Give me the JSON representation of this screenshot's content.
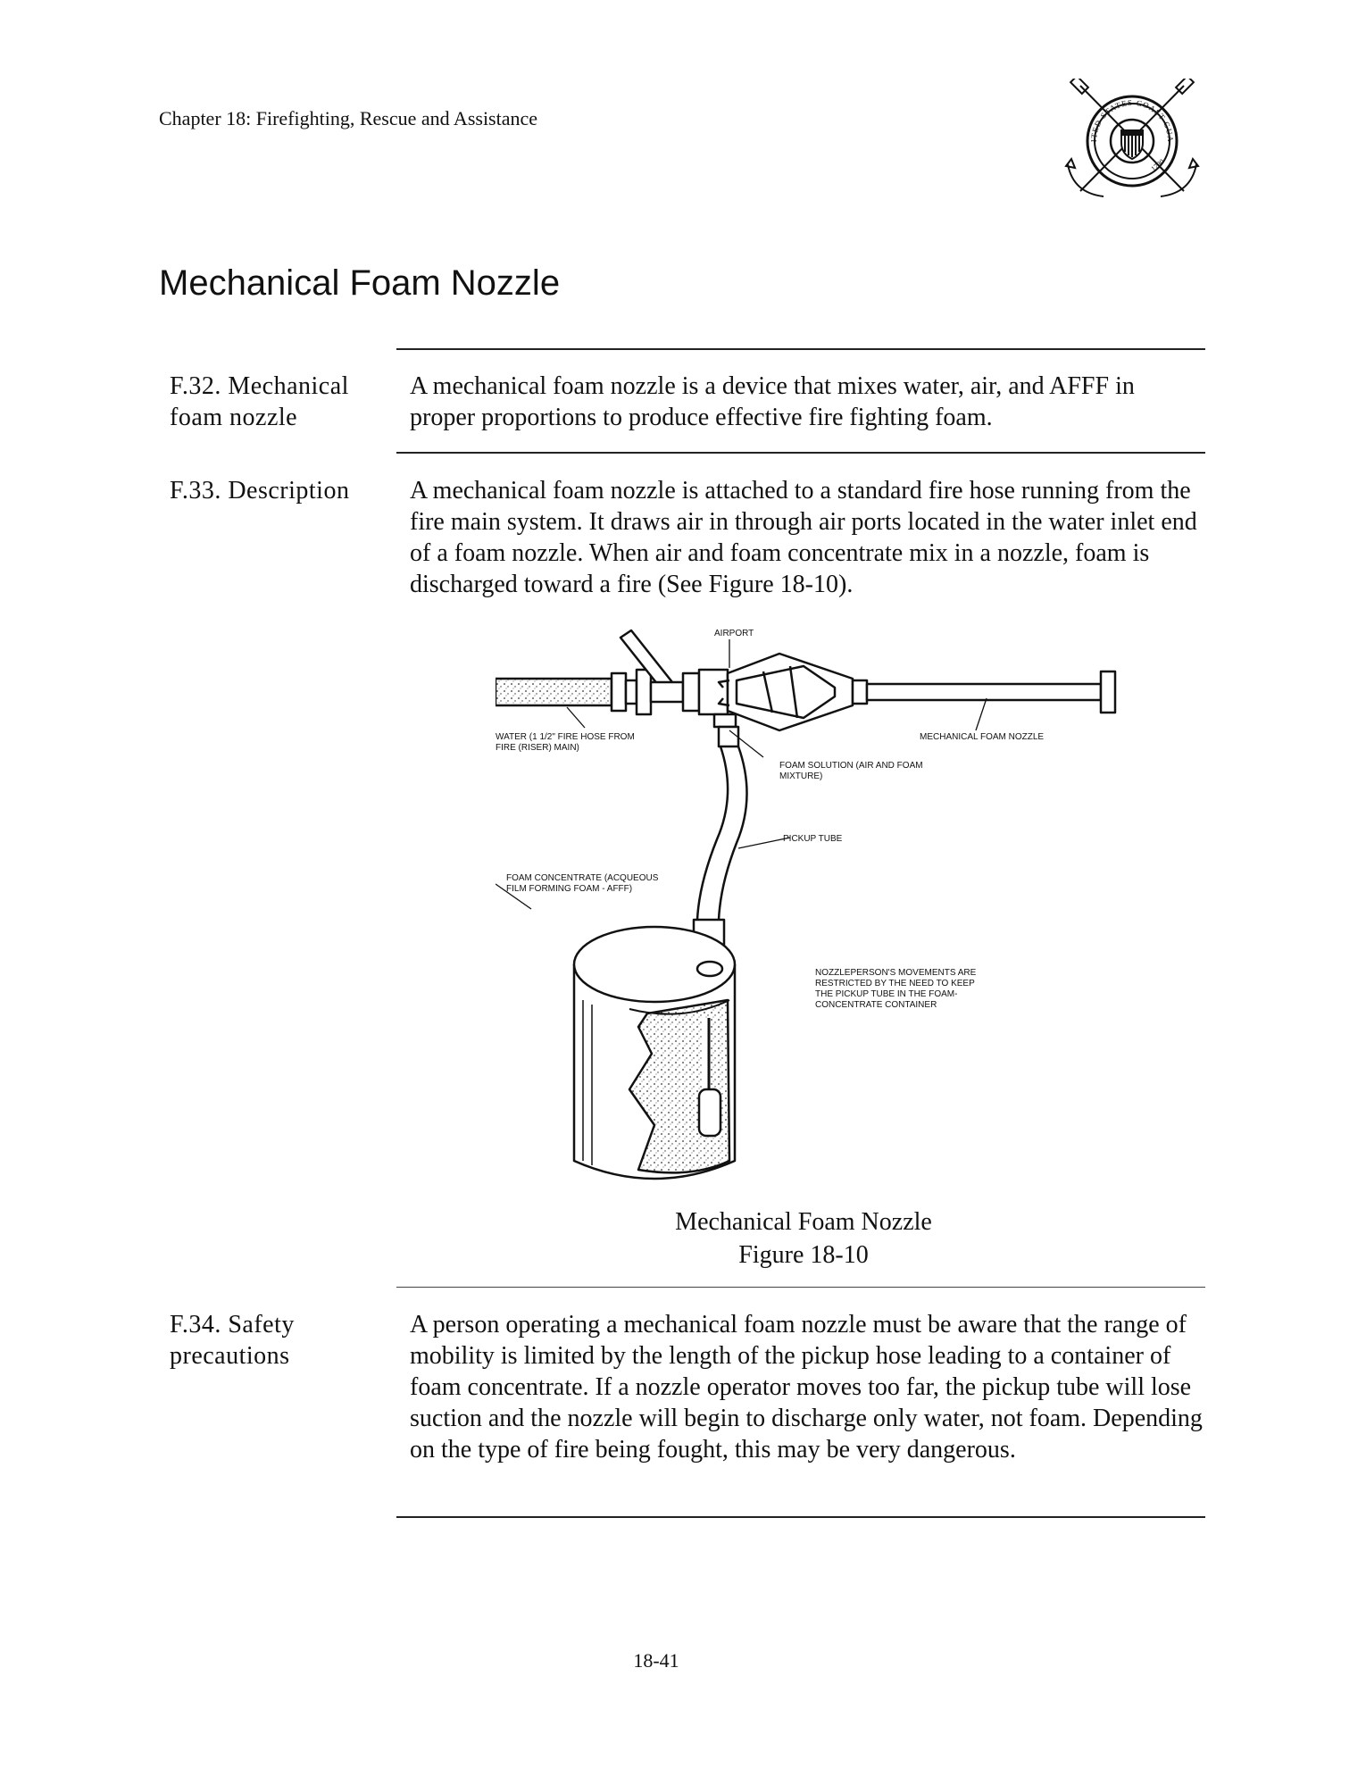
{
  "header": {
    "chapter": "Chapter 18:  Firefighting, Rescue and Assistance",
    "seal_text": "UNITED STATES COAST GUARD",
    "seal_year": "1790"
  },
  "section_title": "Mechanical Foam Nozzle",
  "entries": [
    {
      "label_line1": "F.32.  Mechanical",
      "label_line2": "foam nozzle",
      "body": "A mechanical foam nozzle is a device that mixes water, air, and AFFF in proper proportions to produce effective fire fighting foam."
    },
    {
      "label_line1": "F.33.  Description",
      "label_line2": "",
      "body": "A mechanical foam nozzle is attached to a standard fire hose running from the fire main system.  It draws air in through air ports located in the water inlet end of a foam nozzle.  When air and foam concentrate mix in a nozzle, foam is discharged toward a fire (See Figure 18-10)."
    },
    {
      "label_line1": "F.34.  Safety",
      "label_line2": "precautions",
      "body": "A person operating a mechanical foam nozzle must be aware that the range of mobility is limited by the length of the pickup hose leading to a container of foam concentrate.  If a nozzle operator moves too far, the pickup tube will lose suction and the nozzle will begin to discharge only water, not foam.  Depending on the type of fire being fought, this may be very dangerous."
    }
  ],
  "figure": {
    "labels": {
      "airport": "AIRPORT",
      "water_line1": "WATER (1 1/2\" FIRE HOSE FROM",
      "water_line2": "FIRE (RISER) MAIN)",
      "nozzle": "MECHANICAL FOAM NOZZLE",
      "solution_line1": "FOAM SOLUTION (AIR AND FOAM",
      "solution_line2": "MIXTURE)",
      "pickup": "PICKUP TUBE",
      "concentrate_line1": "FOAM CONCENTRATE (ACQUEOUS",
      "concentrate_line2": "FILM FORMING FOAM - AFFF)",
      "note_line1": "NOZZLEPERSON'S MOVEMENTS ARE",
      "note_line2": "RESTRICTED BY THE NEED TO KEEP",
      "note_line3": "THE PICKUP TUBE IN THE FOAM-",
      "note_line4": "CONCENTRATE CONTAINER"
    },
    "caption_title": "Mechanical Foam Nozzle",
    "caption_number": "Figure 18-10"
  },
  "page_number": "18-41"
}
